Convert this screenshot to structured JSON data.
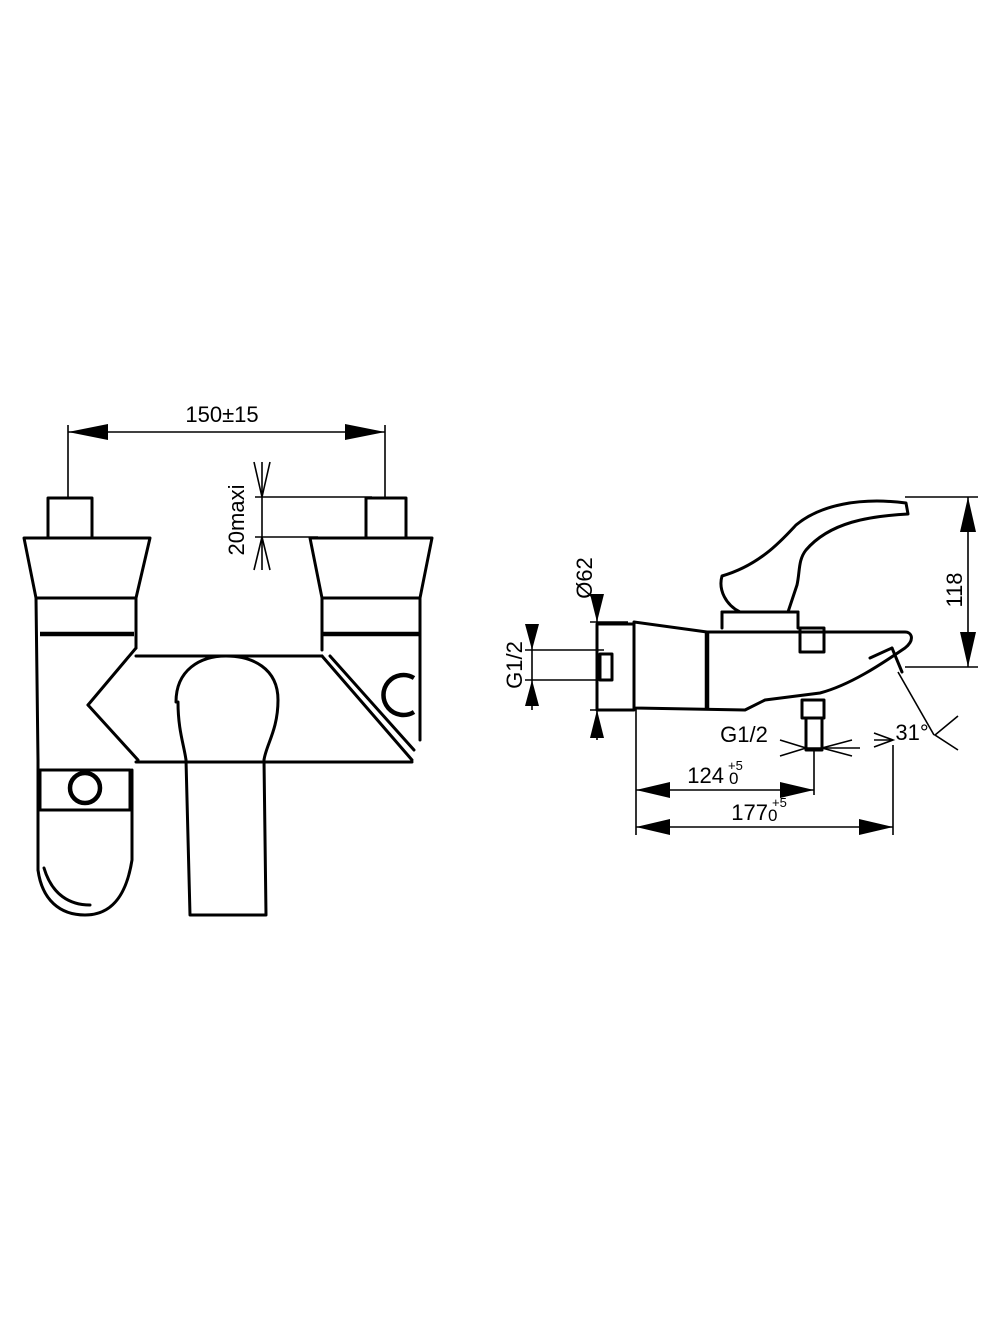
{
  "front_view": {
    "width_dim": "150±15",
    "depth_dim": "20maxi"
  },
  "side_view": {
    "height_dim": "118",
    "diameter_dim": "Ø62",
    "inlet_thread": "G1/2",
    "outlet_thread": "G1/2",
    "angle_dim": "31°",
    "length_short": {
      "value": "124",
      "tol_upper": "+5",
      "tol_lower": "0"
    },
    "length_long": {
      "value": "177",
      "tol_upper": "+5",
      "tol_lower": "0"
    }
  }
}
